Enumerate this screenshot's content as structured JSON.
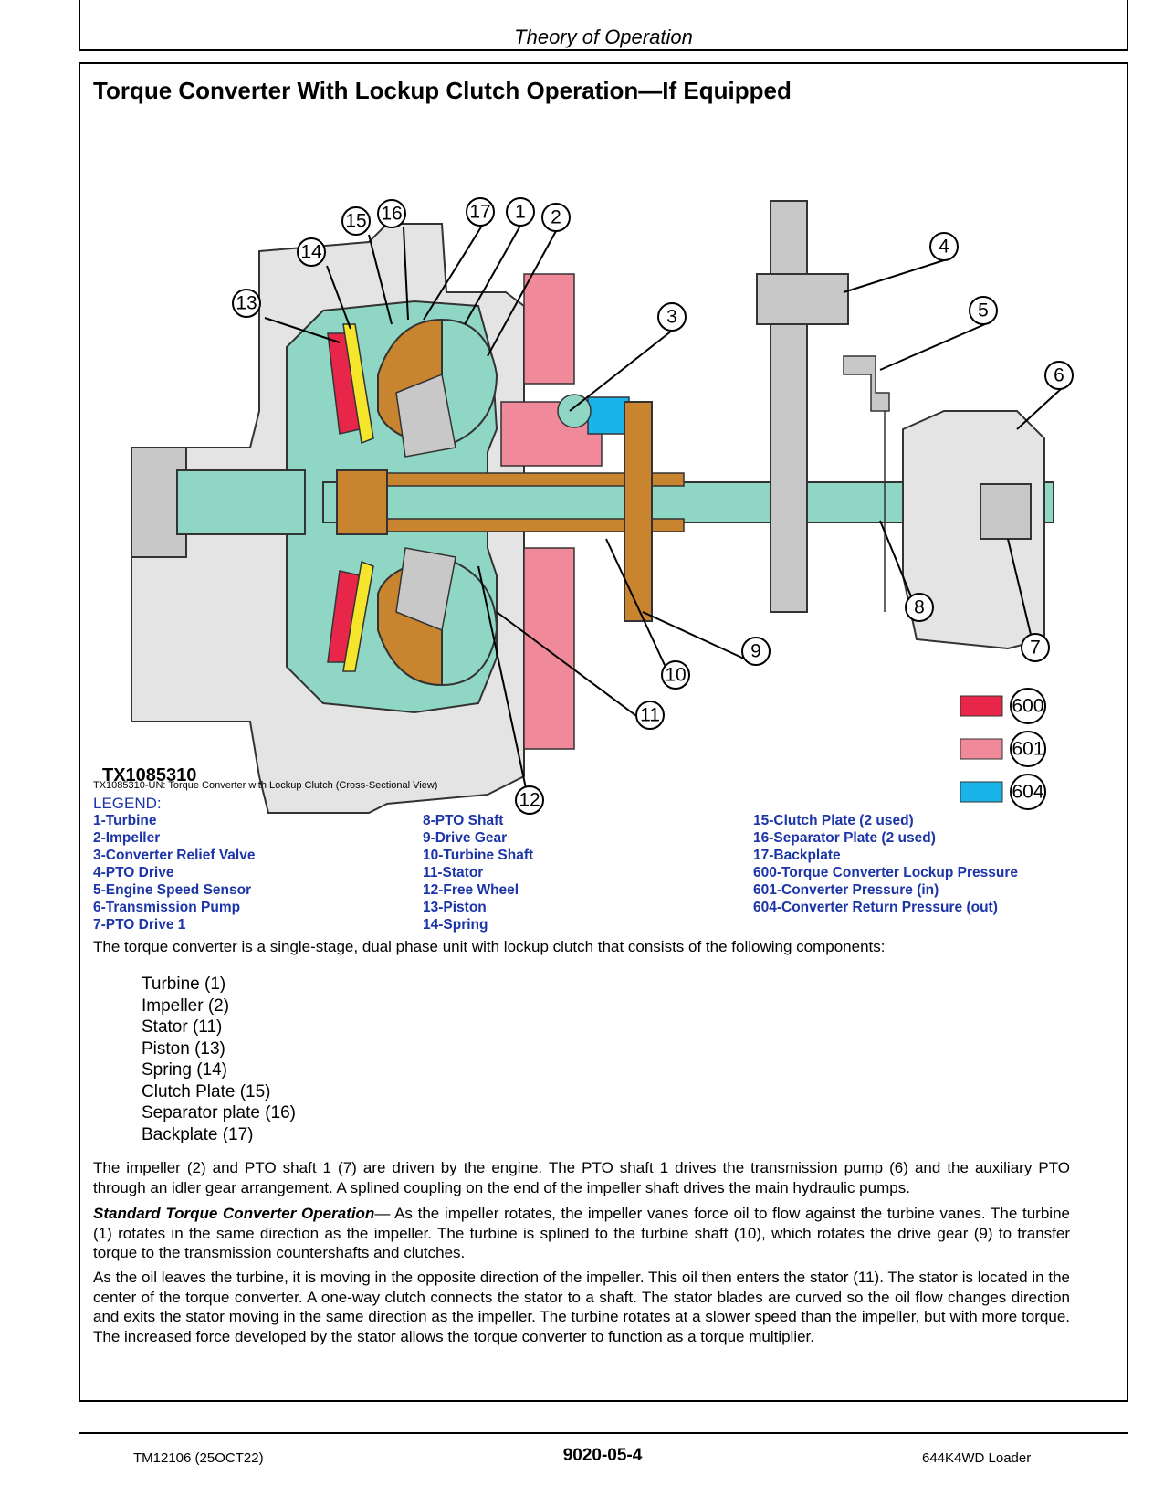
{
  "header": {
    "section_title": "Theory of Operation"
  },
  "page_title": "Torque Converter With Lockup Clutch Operation—If Equipped",
  "figure": {
    "id": "TX1085310",
    "caption": "TX1085310-UN: Torque Converter with Lockup Clutch (Cross-Sectional View)",
    "callouts": [
      "1",
      "2",
      "3",
      "4",
      "5",
      "6",
      "7",
      "8",
      "9",
      "10",
      "11",
      "12",
      "13",
      "14",
      "15",
      "16",
      "17"
    ],
    "pressure_key": [
      {
        "code": "600",
        "color": "#e8264a"
      },
      {
        "code": "601",
        "color": "#f0899a"
      },
      {
        "code": "604",
        "color": "#19b4ea"
      }
    ],
    "colors": {
      "housing": "#8fd6c4",
      "shaft_orange": "#c8842e",
      "grey": "#c8c8c8",
      "yellow": "#f6e62b"
    }
  },
  "legend": {
    "title": "LEGEND:",
    "col1": [
      "1-Turbine",
      "2-Impeller",
      "3-Converter Relief Valve",
      "4-PTO Drive",
      "5-Engine Speed Sensor",
      "6-Transmission Pump",
      "7-PTO Drive 1"
    ],
    "col2": [
      "8-PTO Shaft",
      "9-Drive Gear",
      "10-Turbine Shaft",
      "11-Stator",
      "12-Free Wheel",
      "13-Piston",
      "14-Spring"
    ],
    "col3": [
      "15-Clutch Plate (2 used)",
      "16-Separator Plate (2 used)",
      "17-Backplate",
      "600-Torque Converter Lockup Pressure",
      "601-Converter Pressure (in)",
      "604-Converter Return Pressure (out)"
    ]
  },
  "intro": "The torque converter is a single-stage, dual phase unit with lockup clutch that consists of the following components:",
  "components": [
    "Turbine (1)",
    "Impeller (2)",
    "Stator (11)",
    "Piston (13)",
    "Spring (14)",
    "Clutch Plate (15)",
    "Separator plate (16)",
    "Backplate (17)"
  ],
  "para_drive": "The impeller (2) and PTO shaft 1 (7) are driven by the engine. The PTO shaft 1 drives the transmission pump (6) and the auxiliary PTO through an idler gear arrangement. A splined coupling on the end of the impeller shaft drives the main hydraulic pumps.",
  "para_standard_lead": "Standard Torque Converter Operation",
  "para_standard": "— As the impeller rotates, the impeller vanes force oil to flow against the turbine vanes. The turbine (1) rotates in the same direction as the impeller. The turbine is splined to the turbine shaft (10), which rotates the drive gear (9) to transfer torque to the transmission countershafts and clutches.",
  "para_stator": "As the oil leaves the turbine, it is moving in the opposite direction of the impeller. This oil then enters the stator (11). The stator is located in the center of the torque converter. A one-way clutch connects the stator to a shaft. The stator blades are curved so the oil flow changes direction and exits the stator moving in the same direction as the impeller. The turbine rotates at a slower speed than the impeller, but with more torque. The increased force developed by the stator allows the torque converter to function as a torque multiplier.",
  "footer": {
    "left": "TM12106 (25OCT22)",
    "center": "9020-05-4",
    "right": "644K4WD Loader"
  }
}
